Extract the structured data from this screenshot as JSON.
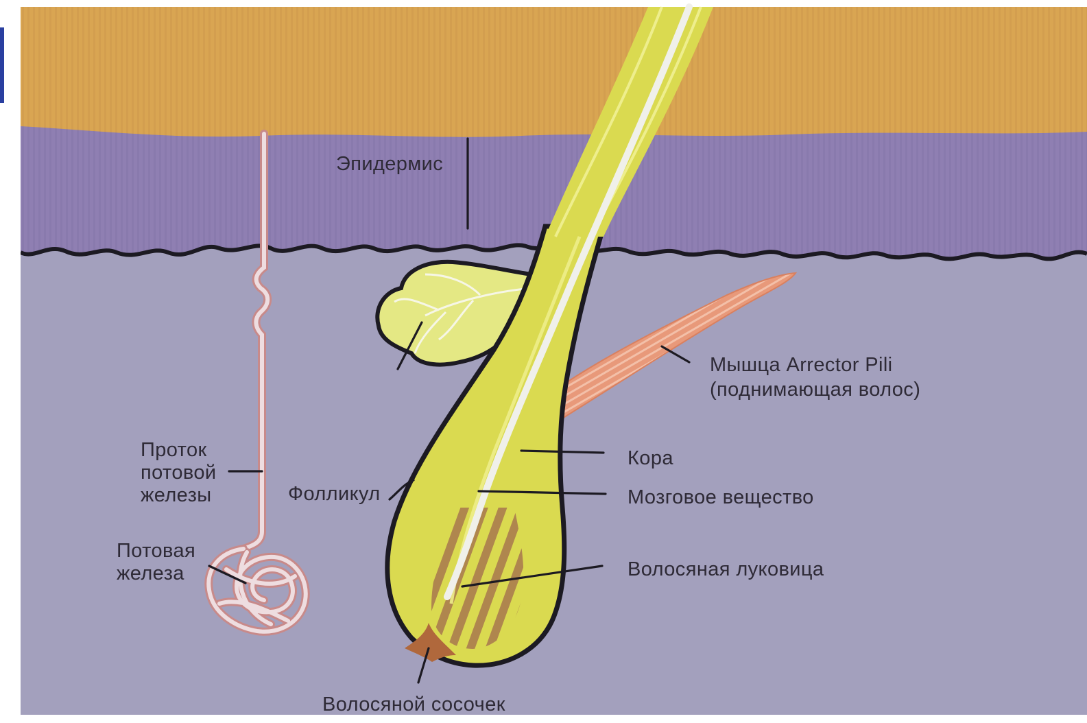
{
  "colors": {
    "stratum_corneum": "#d9a552",
    "epidermis": "#8f7fb2",
    "dermis": "#a3a0bd",
    "hair_shaft": "#dada50",
    "hair_medulla": "#f0f0ea",
    "sebaceous_gland": "#e4e884",
    "arrector_muscle": "#e8997a",
    "sweat_gland": "#eedde0",
    "hair_papilla": "#b0683c",
    "outline": "#1c1a22",
    "label_text": "#2e2a36"
  },
  "labels": {
    "epidermis": "Эпидермис",
    "arrector_pili_line1": "Мышца Arrector Pili",
    "arrector_pili_line2": "(поднимающая волос)",
    "cortex": "Кора",
    "medulla": "Мозговое вещество",
    "hair_bulb": "Волосяная луковица",
    "follicle": "Фолликул",
    "sweat_duct_line1": "Проток",
    "sweat_duct_line2": "потовой",
    "sweat_duct_line3": "железы",
    "sweat_gland_line1": "Потовая",
    "sweat_gland_line2": "железа",
    "hair_papilla": "Волосяной сосочек"
  }
}
